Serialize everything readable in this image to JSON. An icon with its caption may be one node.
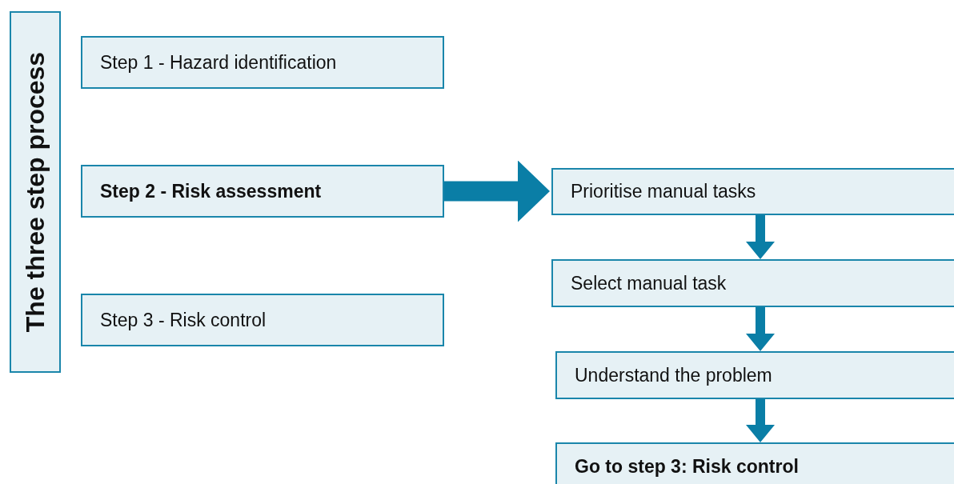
{
  "diagram": {
    "nodes": [
      {
        "text": [
          "The three step process"
        ]
      },
      {
        "text": [
          "Step 1 - Hazard identification"
        ]
      },
      {
        "text": [
          "Step 2 - Risk assessment"
        ]
      },
      {
        "text": [
          "Step 3 - Risk control"
        ]
      },
      {
        "text": [
          "Prioritise manual tasks"
        ]
      },
      {
        "text": [
          "Select manual task"
        ]
      },
      {
        "text": [
          "Understand the problem"
        ]
      },
      {
        "text": [
          "Go to step 3: Risk control"
        ]
      }
    ],
    "edges": [
      {
        "from": 2,
        "to": 4,
        "arrow": "to"
      },
      {
        "from": 4,
        "to": 5,
        "arrow": "to"
      },
      {
        "from": 5,
        "to": 6,
        "arrow": "to"
      },
      {
        "from": 6,
        "to": 7,
        "arrow": "to"
      }
    ]
  }
}
